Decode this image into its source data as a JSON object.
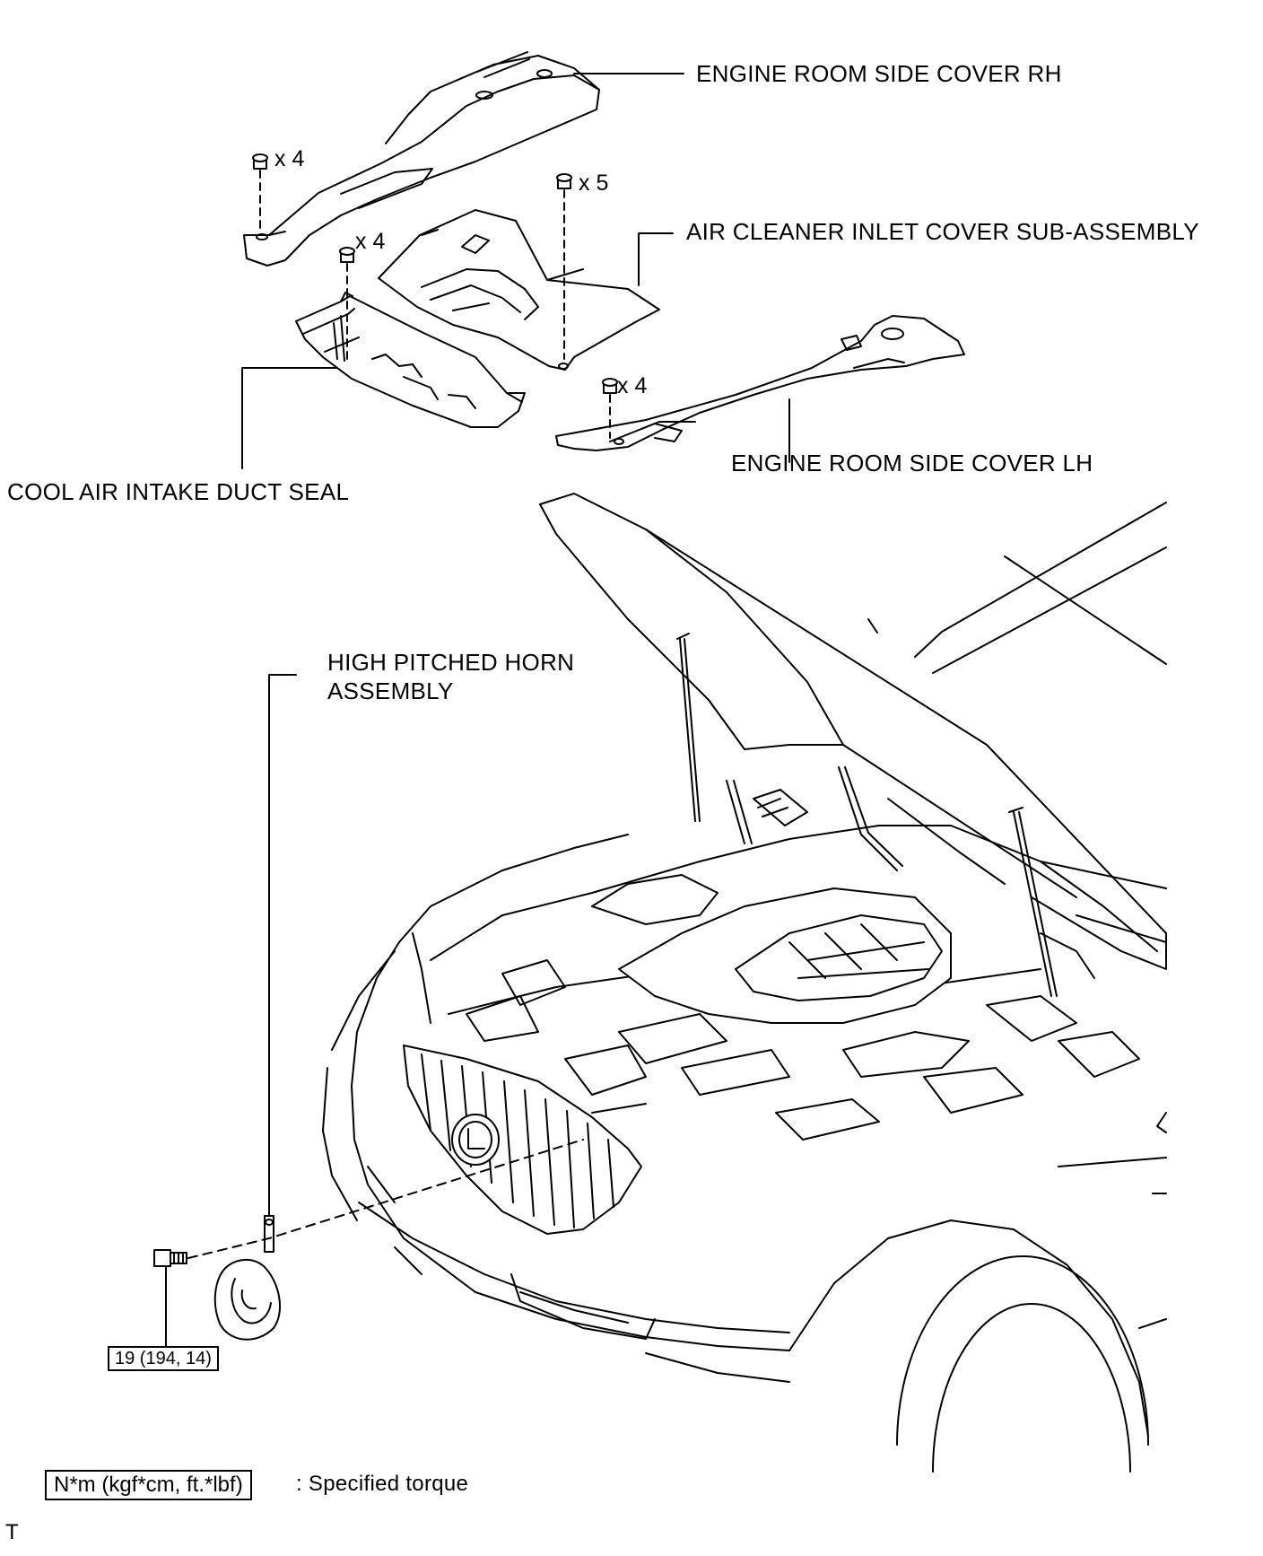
{
  "labels": {
    "engine_room_side_cover_rh": "ENGINE ROOM SIDE COVER RH",
    "air_cleaner_inlet_cover": "AIR CLEANER INLET COVER SUB-ASSEMBLY",
    "engine_room_side_cover_lh": "ENGINE ROOM SIDE COVER LH",
    "cool_air_intake_duct_seal": "COOL AIR INTAKE DUCT SEAL",
    "horn_line1": "HIGH PITCHED HORN",
    "horn_line2": "ASSEMBLY"
  },
  "quantities": {
    "rh_clips": "x 4",
    "inlet_cover_clips": "x 5",
    "duct_seal_clips": "x 4",
    "lh_clips": "x 4"
  },
  "torque": {
    "horn_bolt": "19 (194, 14)"
  },
  "legend": {
    "unit_box": "N*m (kgf*cm, ft.*lbf)",
    "description": ": Specified torque"
  },
  "footer_code": "T"
}
